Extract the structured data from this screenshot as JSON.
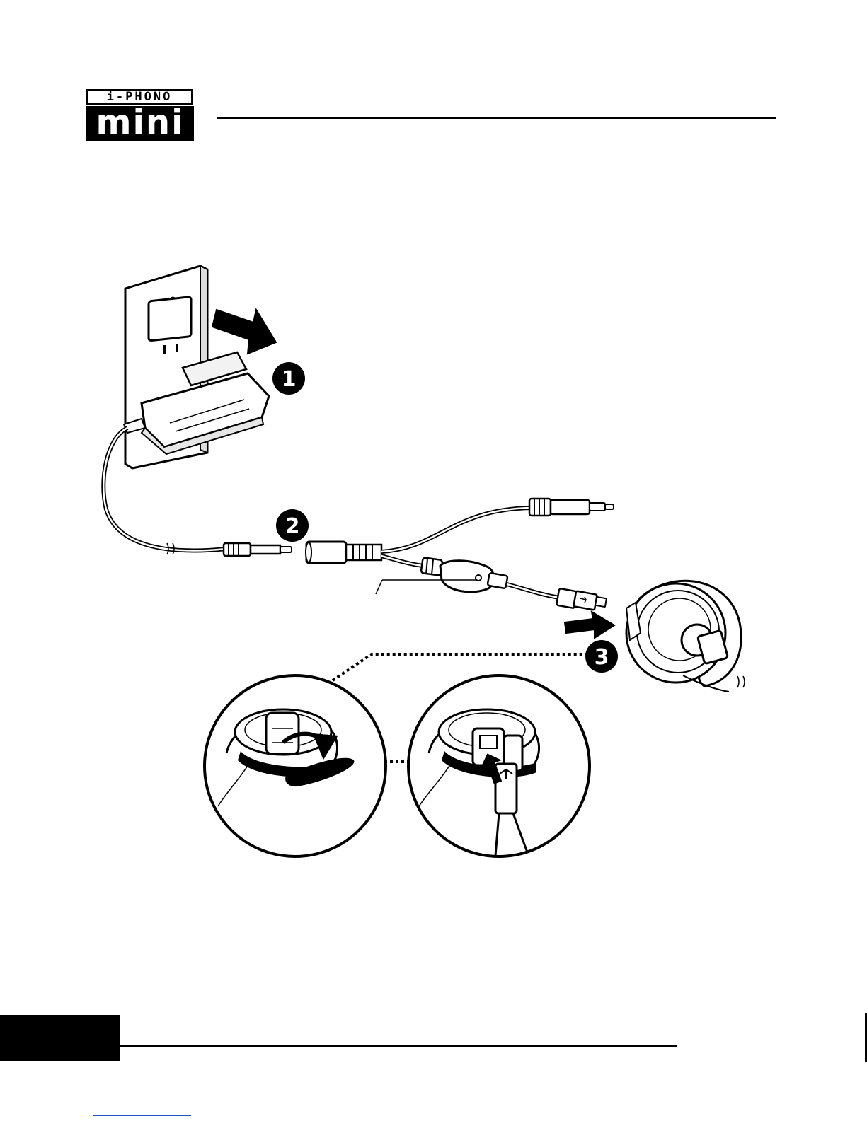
{
  "logo": {
    "top_text": "i-PHONO",
    "bottom_text": "mini"
  },
  "steps": [
    {
      "number": "1",
      "icon": "plug-into-wall-arrow-icon"
    },
    {
      "number": "2",
      "icon": "connect-adapter-cable-icon"
    },
    {
      "number": "3",
      "icon": "plug-into-headset-arrow-icon"
    }
  ],
  "colors": {
    "ink": "#000000",
    "paper": "#ffffff",
    "link": "#1a56c8"
  }
}
